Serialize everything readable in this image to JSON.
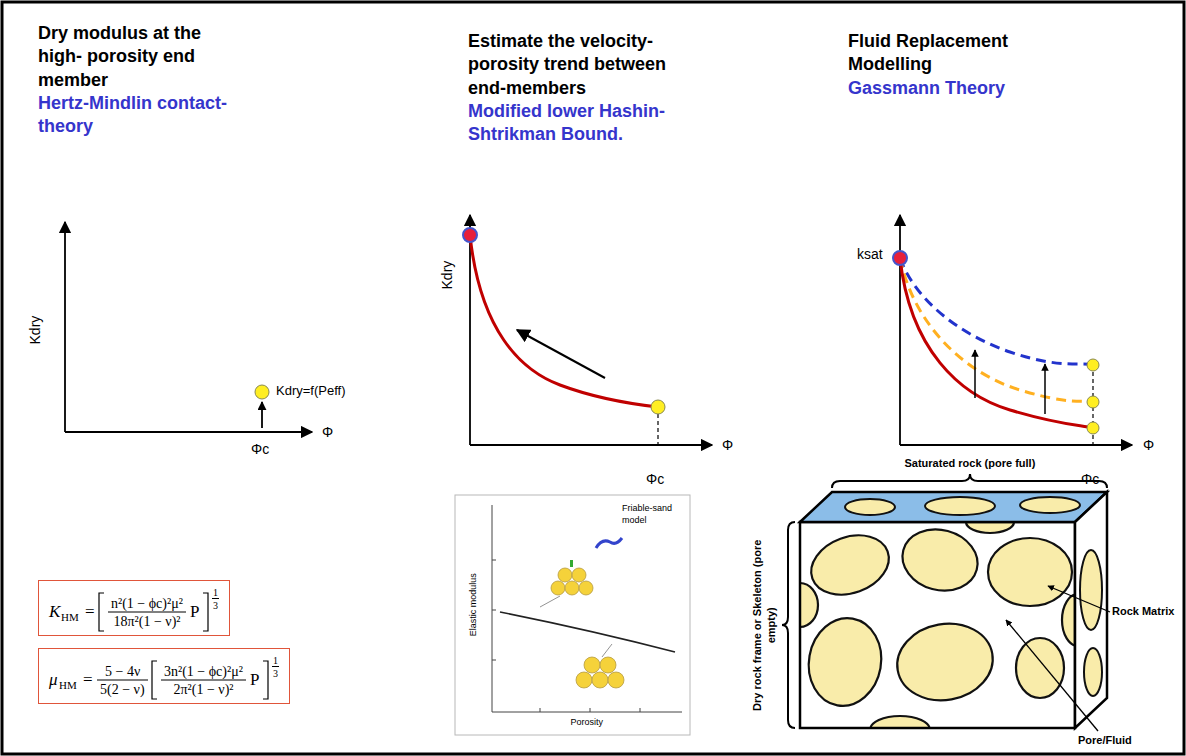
{
  "diagram": {
    "nodes": [
      {
        "text": [
          "K",
          "HM",
          "=",
          "n²(1 − ϕc)²μ²",
          "18π²(1 − ν)²",
          "P",
          "1",
          "3"
        ]
      },
      {
        "text": [
          "μ",
          "HM",
          "=",
          "5 − 4ν",
          "5(2 − ν)",
          "3n²(1 − ϕc)²μ²",
          "2π²(1 − ν)²",
          "P",
          "1",
          "3"
        ]
      }
    ],
    "labels": [
      "Dry modulus at the high- porosity end member",
      "Hertz-Mindlin contact-theory",
      "Estimate the velocity-porosity trend between end-members",
      "Modified lower Hashin-Shtrikman Bound.",
      "Fluid Replacement Modelling",
      "Gassmann Theory",
      "Kdry",
      "Kdry=f(Peff)",
      "Φc",
      "Φ",
      "Kdry",
      "Φ",
      "Φc",
      "ksat",
      "Φ",
      "Φc",
      "Friable-sand model",
      "Elastic modulus",
      "Porosity",
      "Saturated rock (pore full)",
      "Dry rock frame or Skeleton (pore empty)",
      "Rock Matrix",
      "Pore/Fluid"
    ]
  }
}
